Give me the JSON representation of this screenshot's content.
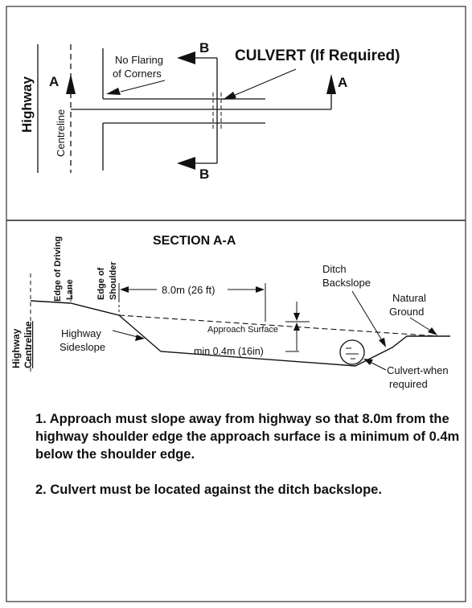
{
  "plan": {
    "highway": "Highway",
    "centreline": "Centreline",
    "no_flaring": [
      "No Flaring",
      "of Corners"
    ],
    "culvert_title": "CULVERT (If Required)",
    "marker_a": "A",
    "marker_b": "B"
  },
  "section": {
    "title": "SECTION A-A",
    "edge_driving_lane": [
      "Edge of Driving",
      "Lane"
    ],
    "edge_shoulder": [
      "Edge of",
      "Shoulder"
    ],
    "highway_centreline": [
      "Highway",
      "Centreline"
    ],
    "dimension": "8.0m (26 ft)",
    "ditch_backslope": [
      "Ditch",
      "Backslope"
    ],
    "natural_ground": [
      "Natural",
      "Ground"
    ],
    "approach_surface": "Approach Surface",
    "highway_sideslope": [
      "Highway",
      "Sideslope"
    ],
    "min_depth": "min 0.4m (16in)",
    "culvert_when": [
      "Culvert-when",
      "required"
    ]
  },
  "notes": [
    "1. Approach must slope away from highway so that 8.0m from the highway shoulder edge the approach surface is a minimum of 0.4m below the shoulder edge.",
    "2. Culvert must be located against the ditch backslope."
  ]
}
